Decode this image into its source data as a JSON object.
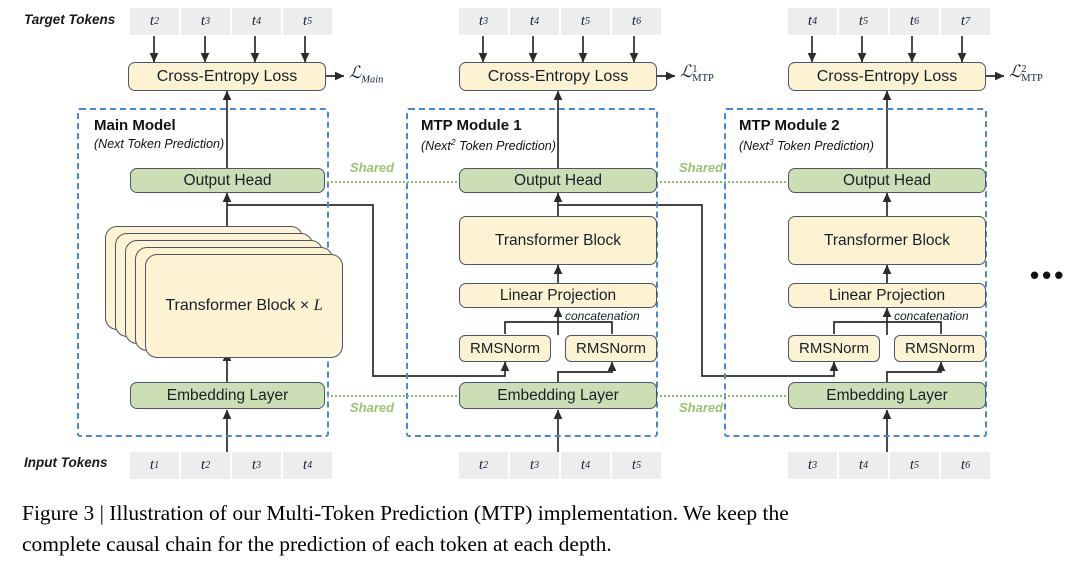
{
  "figure": {
    "caption_line1": "Figure 3 | Illustration of our Multi-Token Prediction (MTP) implementation.  We keep the",
    "caption_line2": "complete causal chain for the prediction of each token at each depth.",
    "ellipsis": "•••"
  },
  "labels": {
    "target_tokens": "Target Tokens",
    "input_tokens": "Input Tokens",
    "shared": "Shared",
    "concatenation": "concatenation"
  },
  "colors": {
    "box_yellow": "#fdf3d2",
    "box_green": "#ccdfb4",
    "box_border": "#4a5568",
    "module_dash": "#4a86d8",
    "shared_green": "#9cc271",
    "token_bg": "#ededed",
    "wire": "#2b2b2b"
  },
  "columns": [
    {
      "id": "main",
      "title": "Main Model",
      "subtitle": "(Next Token Prediction)",
      "subtitle_sup": "",
      "target_tokens": [
        "t2",
        "t3",
        "t4",
        "t5"
      ],
      "input_tokens": [
        "t1",
        "t2",
        "t3",
        "t4"
      ],
      "loss_box": "Cross-Entropy Loss",
      "loss_symbol": "ℒ",
      "loss_sub": "Main",
      "loss_sup": "",
      "output_head": "Output Head",
      "embedding": "Embedding Layer",
      "stack_label": "Transformer Block × L"
    },
    {
      "id": "mtp1",
      "title": "MTP Module 1",
      "subtitle": "(Next",
      "subtitle_sup": "2",
      "subtitle_tail": " Token Prediction)",
      "target_tokens": [
        "t3",
        "t4",
        "t5",
        "t6"
      ],
      "input_tokens": [
        "t2",
        "t3",
        "t4",
        "t5"
      ],
      "loss_box": "Cross-Entropy Loss",
      "loss_symbol": "ℒ",
      "loss_sub": "MTP",
      "loss_sup": "1",
      "output_head": "Output Head",
      "embedding": "Embedding Layer",
      "transformer": "Transformer Block",
      "linear": "Linear Projection",
      "rmsnorm_left": "RMSNorm",
      "rmsnorm_right": "RMSNorm"
    },
    {
      "id": "mtp2",
      "title": "MTP Module 2",
      "subtitle": "(Next",
      "subtitle_sup": "3",
      "subtitle_tail": " Token Prediction)",
      "target_tokens": [
        "t4",
        "t5",
        "t6",
        "t7"
      ],
      "input_tokens": [
        "t3",
        "t4",
        "t5",
        "t6"
      ],
      "loss_box": "Cross-Entropy Loss",
      "loss_symbol": "ℒ",
      "loss_sub": "MTP",
      "loss_sup": "2",
      "output_head": "Output Head",
      "embedding": "Embedding Layer",
      "transformer": "Transformer Block",
      "linear": "Linear Projection",
      "rmsnorm_left": "RMSNorm",
      "rmsnorm_right": "RMSNorm"
    }
  ],
  "tokens_text": {
    "t1": "t",
    "t2": "t",
    "t3": "t",
    "t4": "t",
    "t5": "t",
    "t6": "t",
    "t7": "t"
  }
}
